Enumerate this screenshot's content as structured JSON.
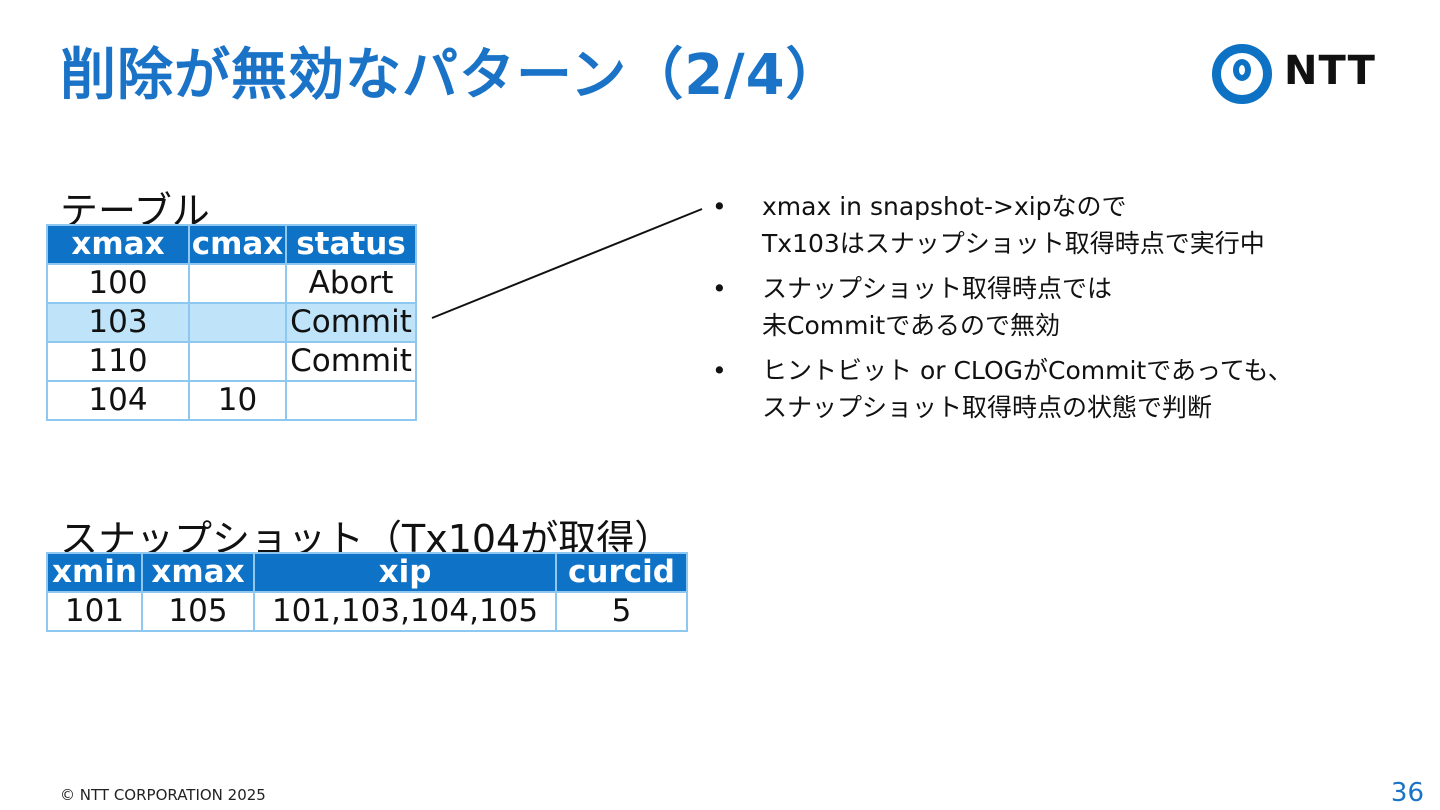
{
  "title": "削除が無効なパターン（2/4）",
  "logo": {
    "text": "NTT"
  },
  "table1": {
    "label": "テーブル",
    "headers": [
      "xmax",
      "cmax",
      "status"
    ],
    "rows": [
      [
        "100",
        "",
        "Abort"
      ],
      [
        "103",
        "",
        "Commit"
      ],
      [
        "110",
        "",
        "Commit"
      ],
      [
        "104",
        "10",
        ""
      ]
    ]
  },
  "table2": {
    "label": "スナップショット（Tx104が取得）",
    "headers": [
      "xmin",
      "xmax",
      "xip",
      "curcid"
    ],
    "rows": [
      [
        "101",
        "105",
        "101,103,104,105",
        "5"
      ]
    ]
  },
  "bullets": [
    {
      "dot": "•",
      "lines": [
        "xmax in snapshot->xipなので",
        "Tx103はスナップショット取得時点で実行中"
      ]
    },
    {
      "dot": "•",
      "lines": [
        "スナップショット取得時点では",
        "未Commitであるので無効"
      ]
    },
    {
      "dot": "•",
      "lines": [
        "ヒントビット or CLOGがCommitであっても、",
        "スナップショット取得時点の状態で判断"
      ]
    }
  ],
  "footer": "© NTT CORPORATION 2025",
  "page_number": "36",
  "colors": {
    "title": "#1a73c6",
    "header_bg": "#0e72c6",
    "highlight_row": "#bfe4fa",
    "border": "#8ec8f0"
  }
}
